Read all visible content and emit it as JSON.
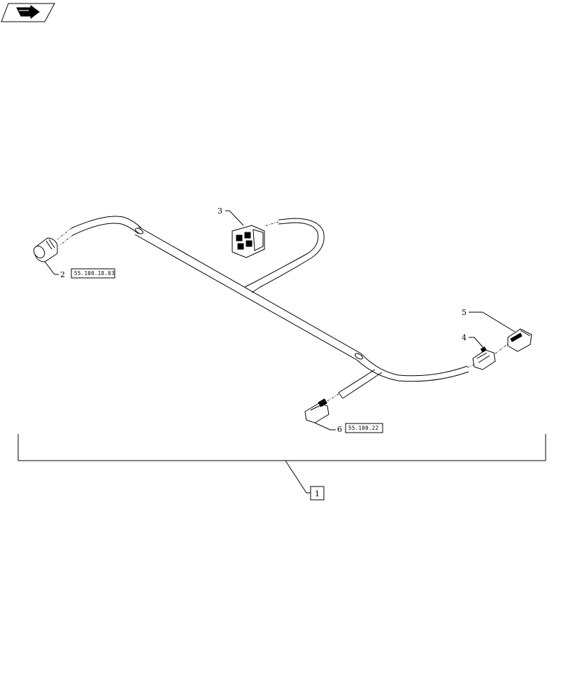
{
  "nav": {
    "icon": "next-page-arrow-icon"
  },
  "callouts": {
    "item1": "1",
    "item2": "2",
    "item3": "3",
    "item4": "4",
    "item5": "5",
    "item6": "6"
  },
  "references": {
    "ref2": "55.100.18.03",
    "ref6": "55.100.22"
  }
}
